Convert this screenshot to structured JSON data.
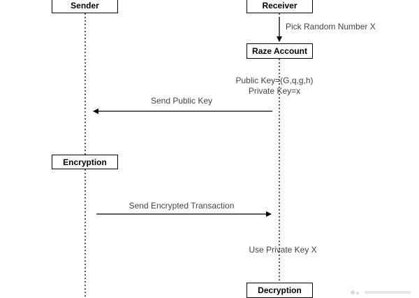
{
  "participants": {
    "sender": "Sender",
    "receiver": "Receiver"
  },
  "steps": {
    "pick_random": "Pick Random Number X",
    "raze_account": "Raze Account",
    "public_key": "Public Key=(G,q,g,h)",
    "private_key": "Private Key=x",
    "send_public_key": "Send Public Key",
    "encryption": "Encryption",
    "send_encrypted": "Send Encrypted Transaction",
    "use_private_key": "Use Private Key X",
    "decryption": "Decryption"
  },
  "colors": {
    "line": "#000000",
    "text": "#444444"
  }
}
